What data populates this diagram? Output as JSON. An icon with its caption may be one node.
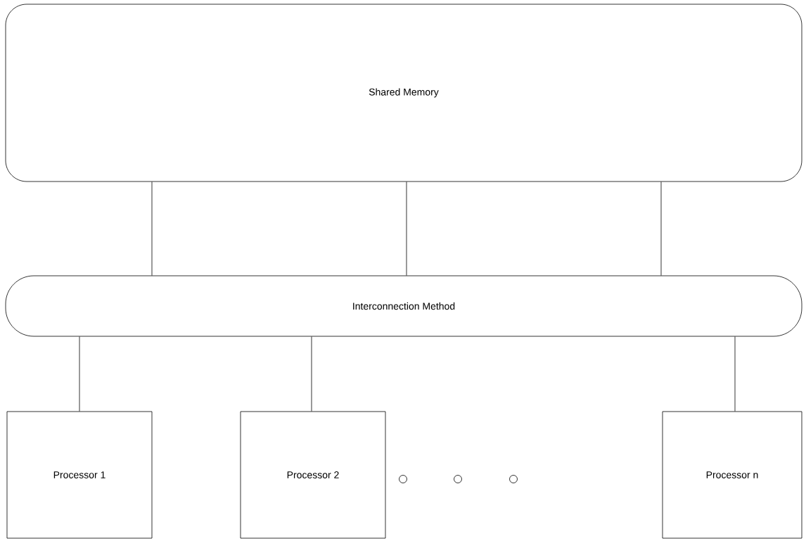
{
  "diagram": {
    "nodes": [
      {
        "text": [
          "Shared Memory"
        ]
      },
      {
        "text": [
          "Interconnection Method"
        ]
      },
      {
        "text": [
          "Processor 1"
        ]
      },
      {
        "text": [
          "Processor 2"
        ]
      },
      {
        "text": [
          "Processor n"
        ]
      }
    ],
    "edges": [
      {
        "from": 0,
        "to": 1,
        "arrow": "none"
      },
      {
        "from": 0,
        "to": 1,
        "arrow": "none"
      },
      {
        "from": 0,
        "to": 1,
        "arrow": "none"
      },
      {
        "from": 1,
        "to": 2,
        "arrow": "none"
      },
      {
        "from": 1,
        "to": 3,
        "arrow": "none"
      },
      {
        "from": 1,
        "to": 4,
        "arrow": "none"
      }
    ]
  }
}
